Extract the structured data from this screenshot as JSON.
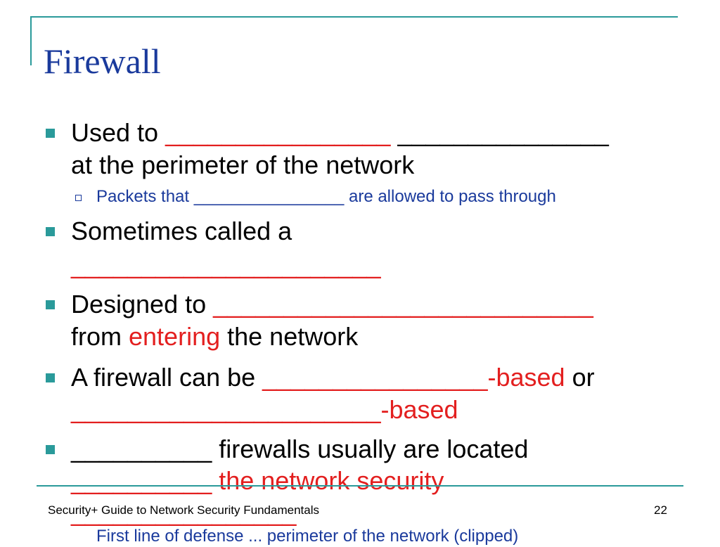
{
  "slide": {
    "title": "Firewall",
    "footer": "Security+ Guide to Network Security Fundamentals",
    "page_number": "22",
    "accent_color": "#2a9a9a",
    "title_color": "#1a3a9c",
    "highlight_color": "#e31f1f"
  },
  "bullets": {
    "b1": {
      "line1_pre": "Used to ",
      "line1_blank1": "________________",
      "line1_sep": " ",
      "line1_blank2": "_______________",
      "line2": "at the perimeter of the network",
      "sub": {
        "pre": "Packets that ",
        "blank": "________________",
        "post": " are allowed to pass through"
      }
    },
    "b2": {
      "line1": "Sometimes called a",
      "line2_blank": "______________________"
    },
    "b3": {
      "line1_pre": "Designed to ",
      "line1_blank": "___________________________",
      "line2_pre": "from ",
      "line2_red": "entering",
      "line2_post": " the network"
    },
    "b4": {
      "line1_pre": "A firewall can be ",
      "line1_blank": "________________",
      "line1_red": "-based",
      "line1_post": " or",
      "line2_blank": "______________________",
      "line2_red": "-based"
    },
    "b5": {
      "line1_blank": "__________",
      "line1_post": " firewalls usually are located",
      "line2_blank": "__________",
      "line2_red": " the network security",
      "line3_blank": "________________",
      "sub_partial": "First line of defense ... perimeter of the network (clipped)"
    }
  }
}
